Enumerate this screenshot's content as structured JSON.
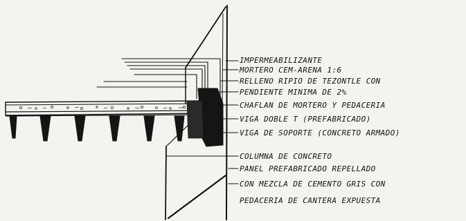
{
  "labels": [
    "IMPERMEABILIZANTE",
    "MORTERO CEM-ARENA 1:6",
    "RELLENO RIPIO DE TEZONTLE CON",
    "PENDIENTE MINIMA DE 2%",
    "CHAFLAN DE MORTERO Y PEDACERIA",
    "VIGA DOBLE T  (PREFABRICADO)",
    "VIGA DE SOPORTE  (CONCRETO ARMADO)",
    "COLUMNA DE CONCRETO",
    "PANEL  PREFABRICADO REPELLADO",
    "CON MEZCLA DE CEMENTO GRIS CON",
    "PEDACERIA DE CANTERA EXPUESTA"
  ],
  "colors": {
    "ink": "#111111",
    "paper": "#f3f3f0",
    "fill_dark": "#151515"
  }
}
